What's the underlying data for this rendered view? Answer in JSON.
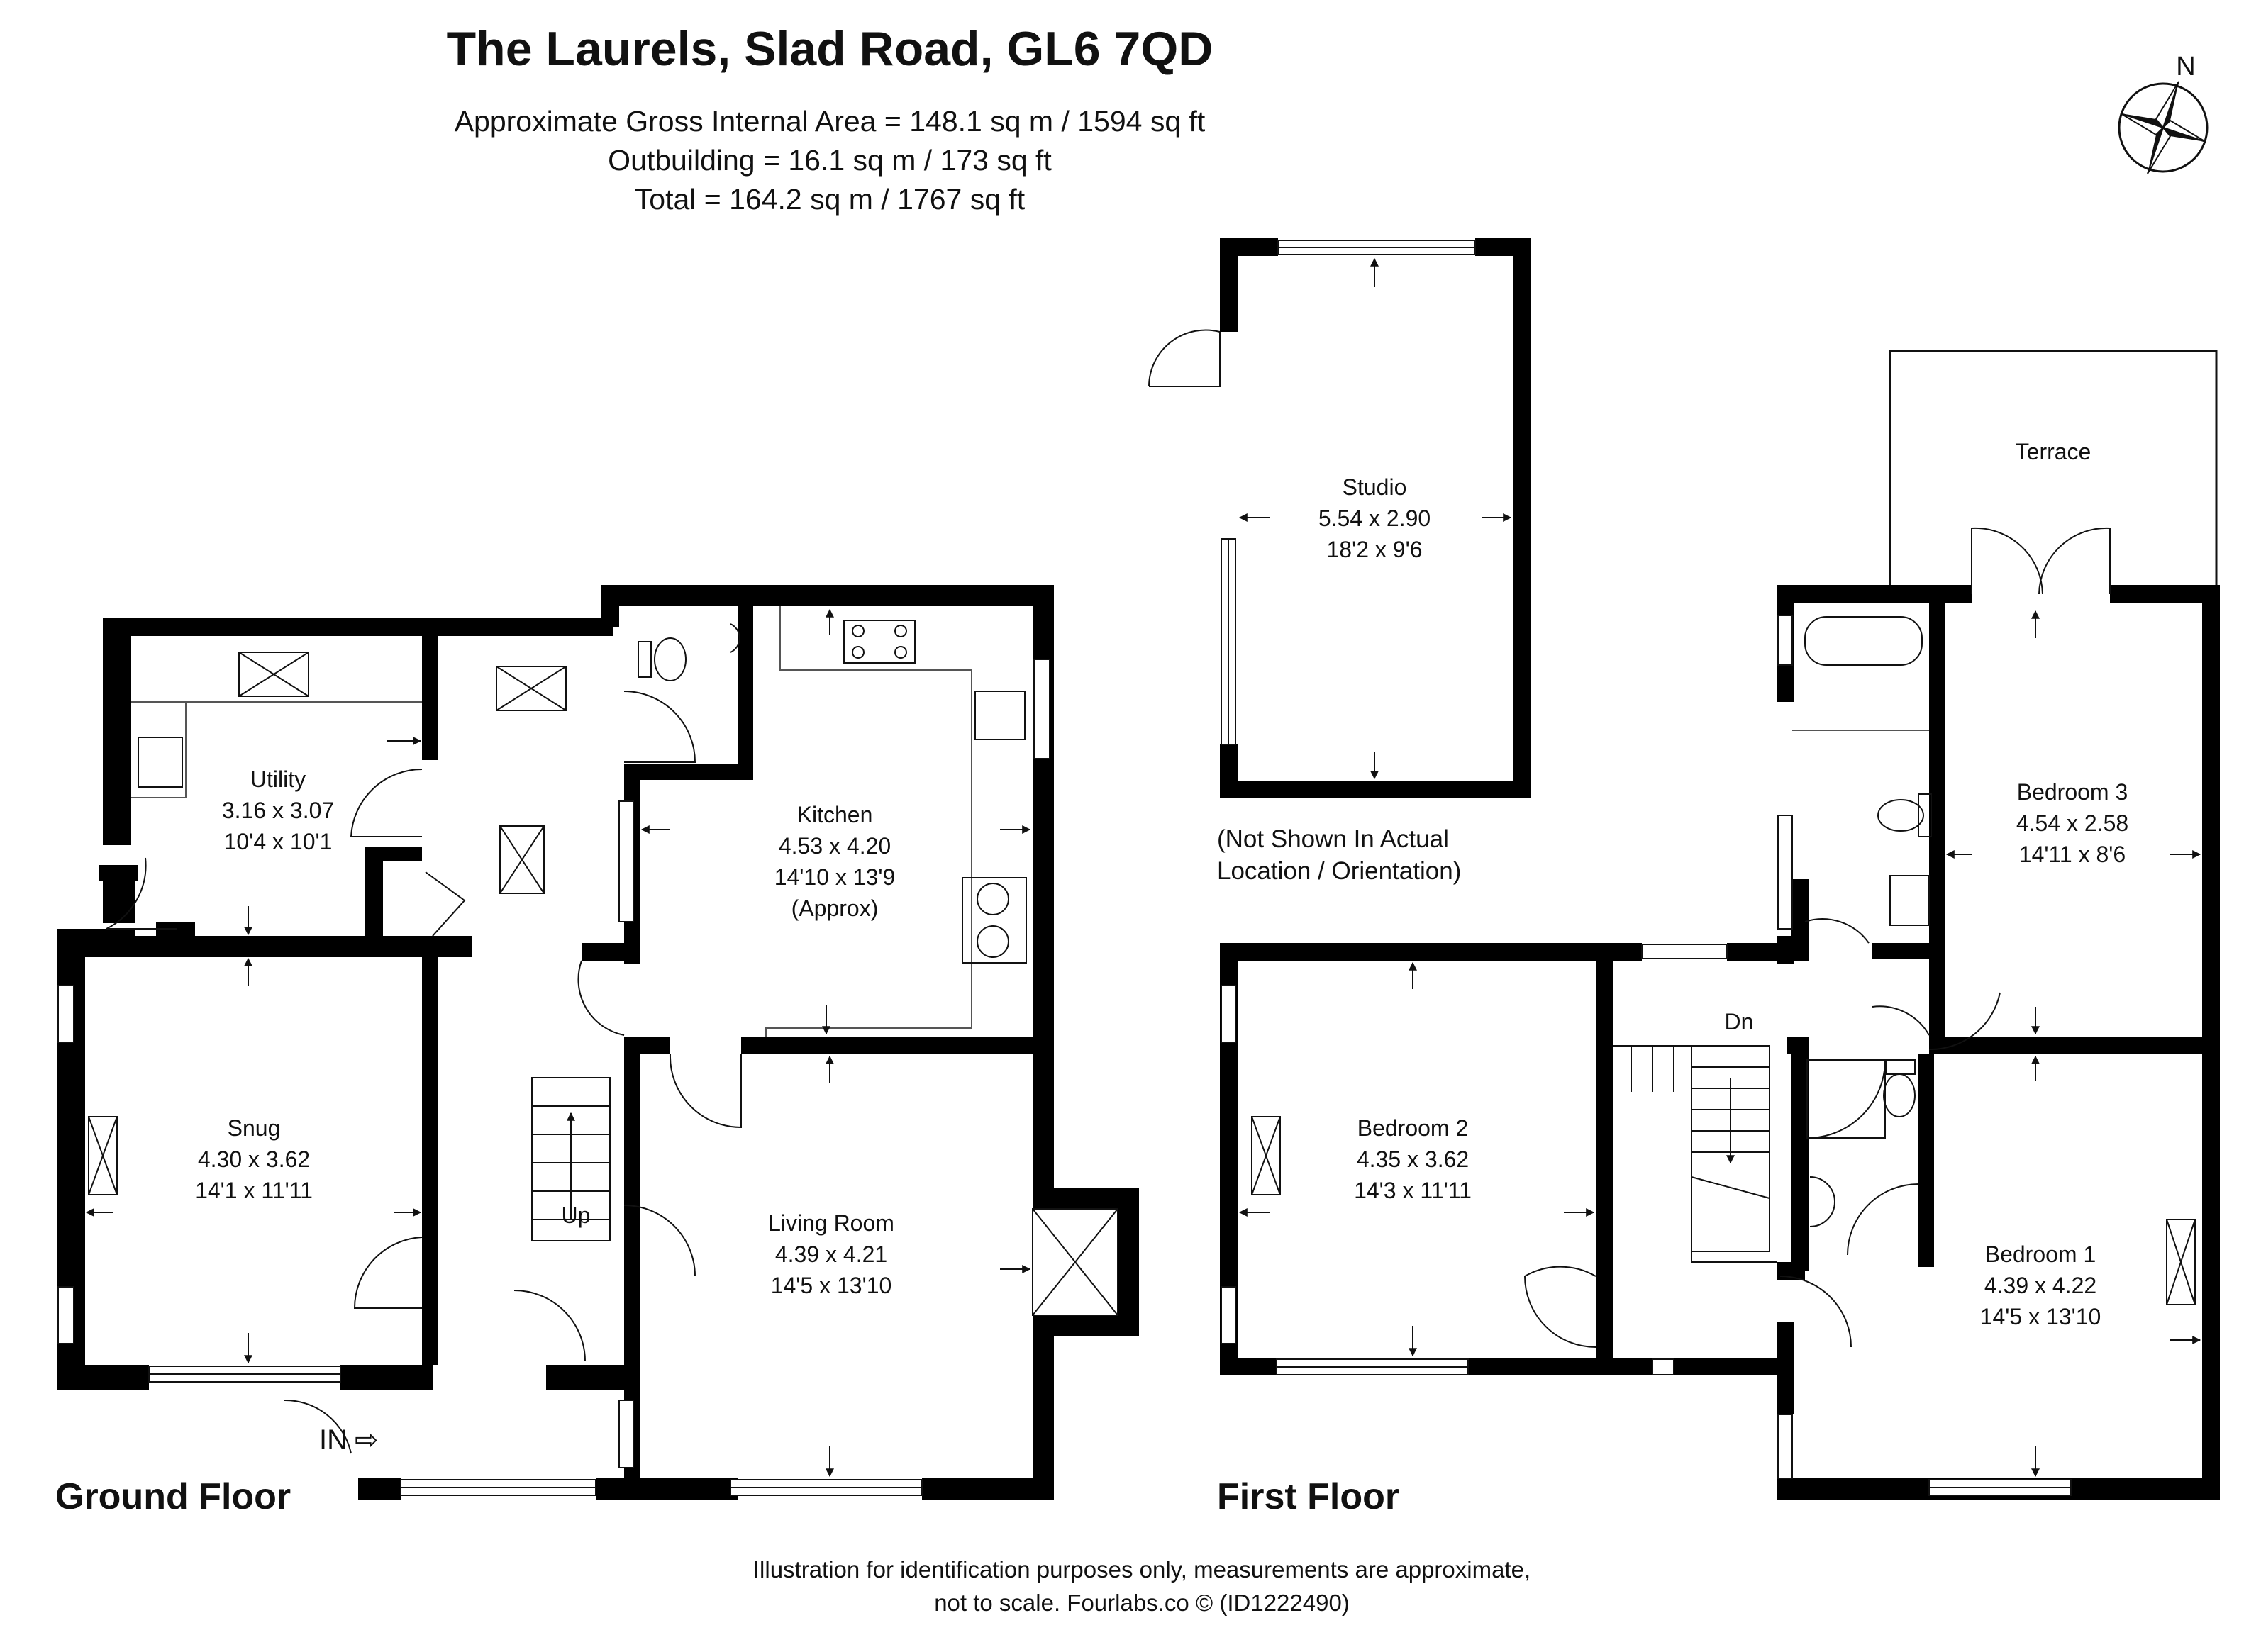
{
  "title": "The Laurels, Slad Road, GL6 7QD",
  "areas": [
    "Approximate Gross Internal Area = 148.1 sq m / 1594 sq ft",
    "Outbuilding = 16.1 sq m / 173 sq ft",
    "Total = 164.2 sq m / 1767 sq ft"
  ],
  "compass": {
    "label": "N"
  },
  "floors": {
    "ground": "Ground Floor",
    "first": "First Floor"
  },
  "rooms": {
    "utility": {
      "name": "Utility",
      "metric": "3.16 x 3.07",
      "imperial": "10'4 x 10'1"
    },
    "kitchen": {
      "name": "Kitchen",
      "metric": "4.53 x 4.20",
      "imperial": "14'10 x 13'9",
      "note": "(Approx)"
    },
    "snug": {
      "name": "Snug",
      "metric": "4.30 x 3.62",
      "imperial": "14'1 x 11'11"
    },
    "living": {
      "name": "Living Room",
      "metric": "4.39 x 4.21",
      "imperial": "14'5 x 13'10"
    },
    "studio": {
      "name": "Studio",
      "metric": "5.54 x 2.90",
      "imperial": "18'2 x 9'6"
    },
    "bedroom2": {
      "name": "Bedroom 2",
      "metric": "4.35 x 3.62",
      "imperial": "14'3 x 11'11"
    },
    "bedroom3": {
      "name": "Bedroom 3",
      "metric": "4.54 x 2.58",
      "imperial": "14'11 x 8'6"
    },
    "bedroom1": {
      "name": "Bedroom 1",
      "metric": "4.39 x 4.22",
      "imperial": "14'5 x 13'10"
    },
    "terrace": {
      "name": "Terrace"
    }
  },
  "labels": {
    "up": "Up",
    "dn": "Dn",
    "entrance": "IN",
    "entrance_arrow": "⇨",
    "studio_note_1": "(Not Shown In Actual",
    "studio_note_2": "Location / Orientation)"
  },
  "footer": [
    "Illustration for identification purposes only, measurements are approximate,",
    "not to scale. Fourlabs.co © (ID1222490)"
  ],
  "colors": {
    "wall": "#000000",
    "line": "#333333",
    "background": "#ffffff"
  }
}
